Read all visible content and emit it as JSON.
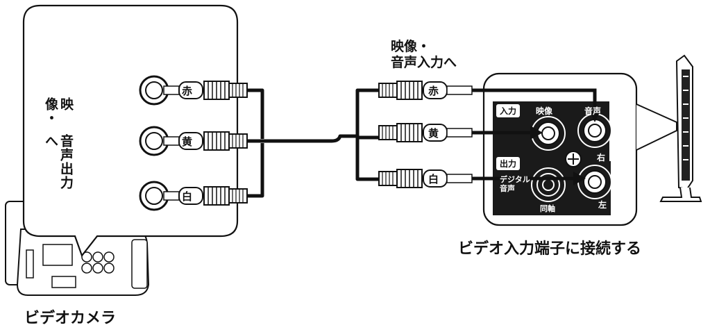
{
  "camera": {
    "label": "ビデオカメラ",
    "output_label_line1": "映像・",
    "output_label_line2": "音声出力へ"
  },
  "cable": {
    "input_label_line1": "映像・",
    "input_label_line2": "音声入力へ",
    "plugs": [
      "赤",
      "黄",
      "白"
    ]
  },
  "tv_panel": {
    "caption": "ビデオ入力端子に接続する",
    "input_badge": "入力",
    "output_badge": "出力",
    "video_label": "映像",
    "audio_label_partial": "音声",
    "right_label": "右",
    "left_label": "左",
    "digital_audio_label": "デジタル音声",
    "coax_label": "同軸"
  },
  "colors": {
    "line": "#111111",
    "panel_bg": "#1a1a1a",
    "jack_fill": "#ffffff"
  }
}
